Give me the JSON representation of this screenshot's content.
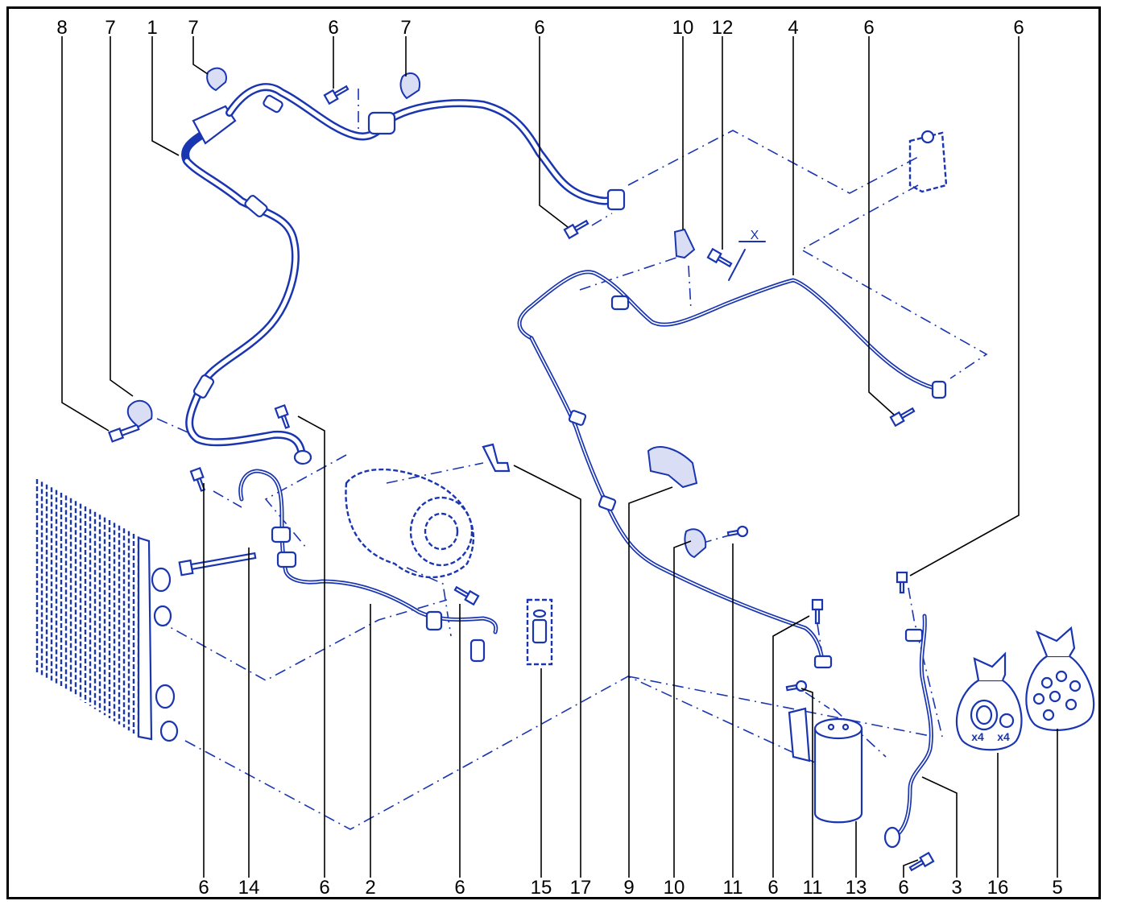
{
  "callouts": {
    "top": [
      "8",
      "7",
      "1",
      "7",
      "6",
      "7",
      "6",
      "10",
      "12",
      "4",
      "6",
      "6"
    ],
    "bottom": [
      "6",
      "14",
      "6",
      "2",
      "6",
      "15",
      "17",
      "9",
      "10",
      "11",
      "6",
      "11",
      "13",
      "6",
      "3",
      "16",
      "5"
    ]
  },
  "annotations": {
    "x_mark": "X",
    "bag_qty_left": "x4",
    "bag_qty_right": "x4"
  },
  "colors": {
    "line_art": "#1a35b0",
    "callout_text": "#000000",
    "border": "#000000"
  }
}
